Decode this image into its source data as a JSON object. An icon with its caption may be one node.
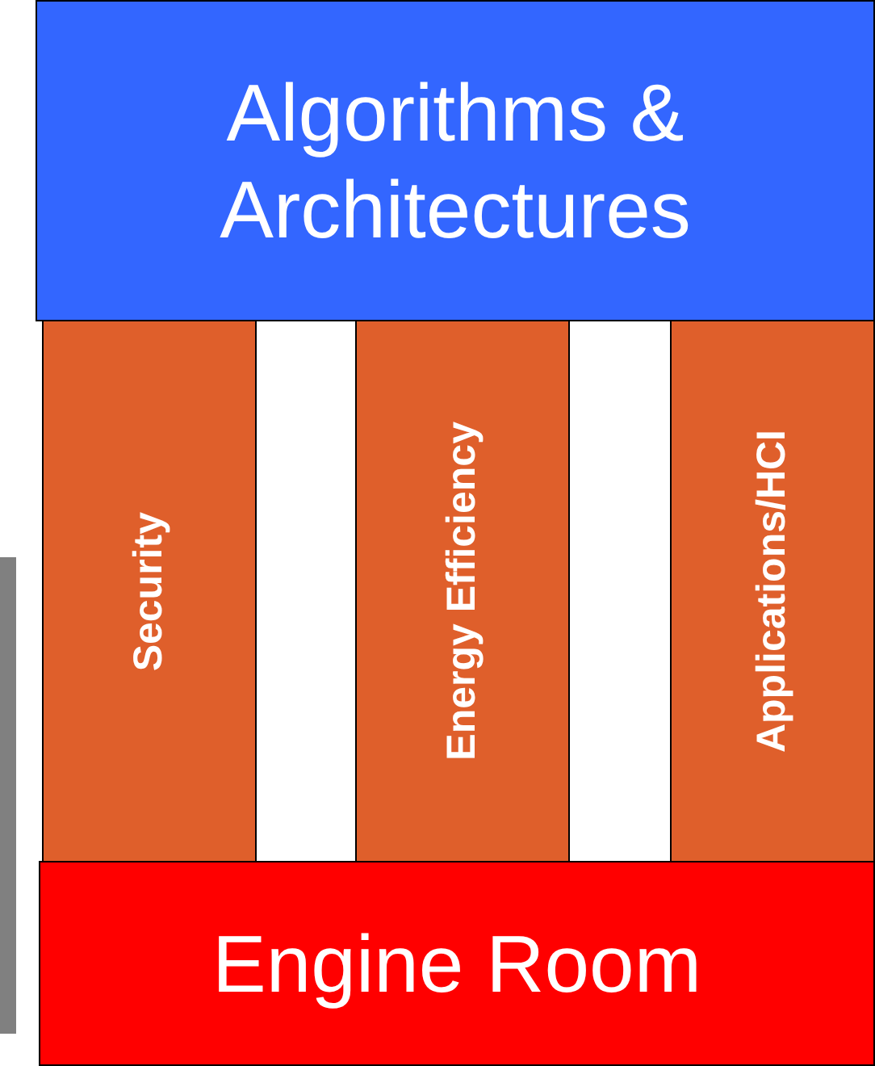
{
  "diagram": {
    "nodes": [
      {
        "text": [
          "Algorithms & Architectures"
        ]
      },
      {
        "text": [
          "Security"
        ]
      },
      {
        "text": [
          "Energy Efficiency"
        ]
      },
      {
        "text": [
          "Applications/HCI"
        ]
      },
      {
        "text": [
          "Engine Room"
        ]
      }
    ],
    "edges": []
  }
}
